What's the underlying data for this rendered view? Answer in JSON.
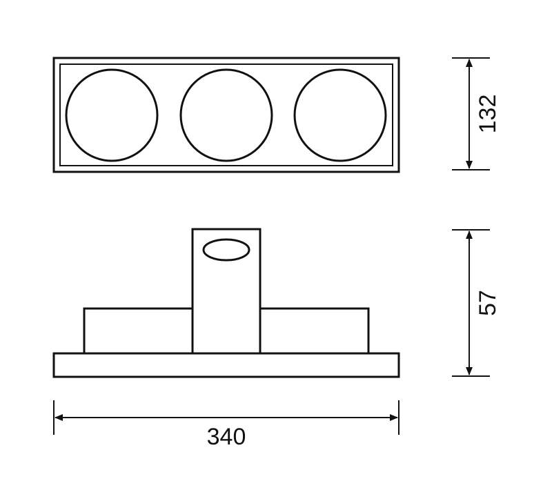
{
  "dimensions": {
    "height_top_view": "132",
    "height_side_view": "57",
    "width": "340"
  },
  "colors": {
    "line": "#111111",
    "background": "#ffffff"
  }
}
